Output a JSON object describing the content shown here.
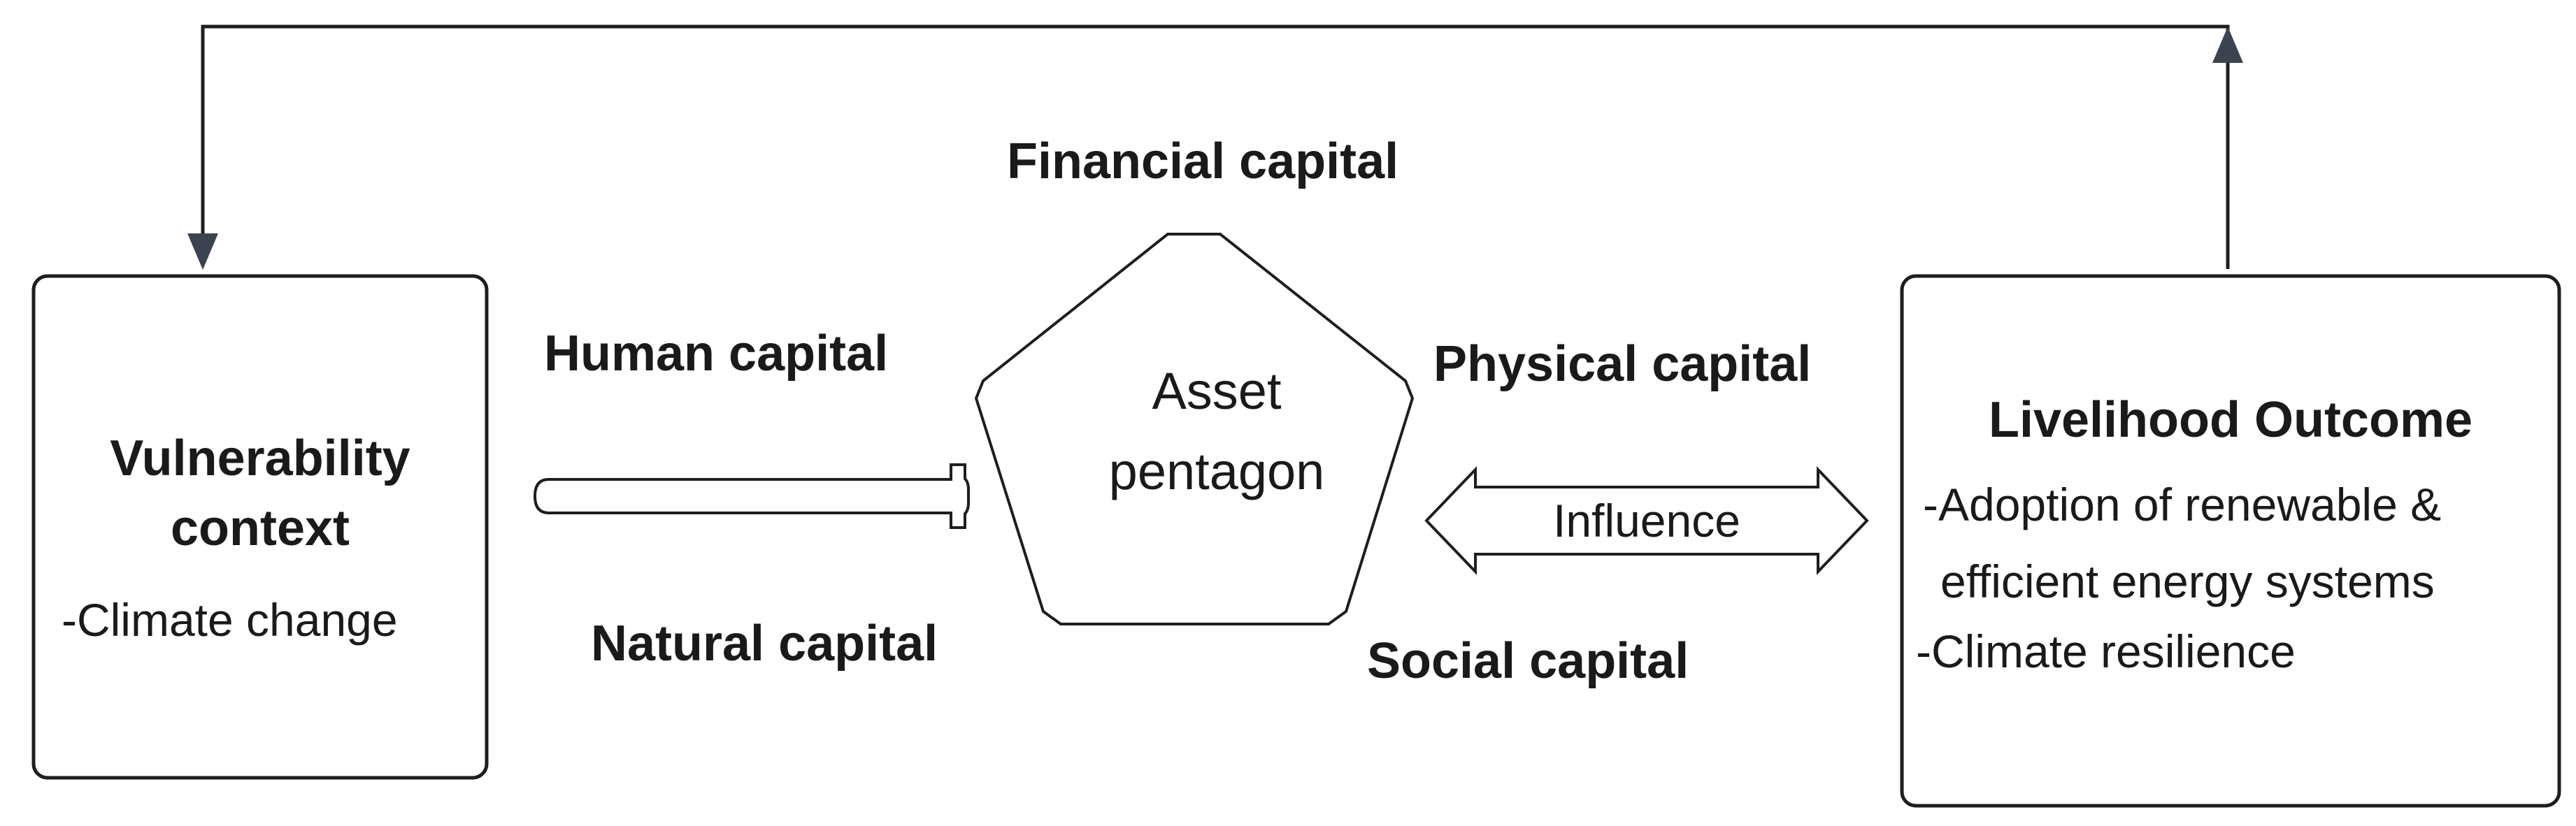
{
  "vulnerability": {
    "title_line1": "Vulnerability",
    "title_line2": "context",
    "item1": "-Climate change"
  },
  "capitals": {
    "financial": "Financial capital",
    "human": "Human capital",
    "physical": "Physical capital",
    "natural": "Natural capital",
    "social": "Social capital"
  },
  "pentagon": {
    "line1": "Asset",
    "line2": "pentagon"
  },
  "influence": {
    "label": "Influence"
  },
  "outcome": {
    "title": "Livelihood Outcome",
    "item1_line1": "-Adoption of renewable &",
    "item1_line2": "efficient energy systems",
    "item2": "-Climate resilience"
  },
  "colors": {
    "stroke": "#1e1e1e",
    "arrowhead": "#3b4250",
    "background": "#ffffff"
  }
}
